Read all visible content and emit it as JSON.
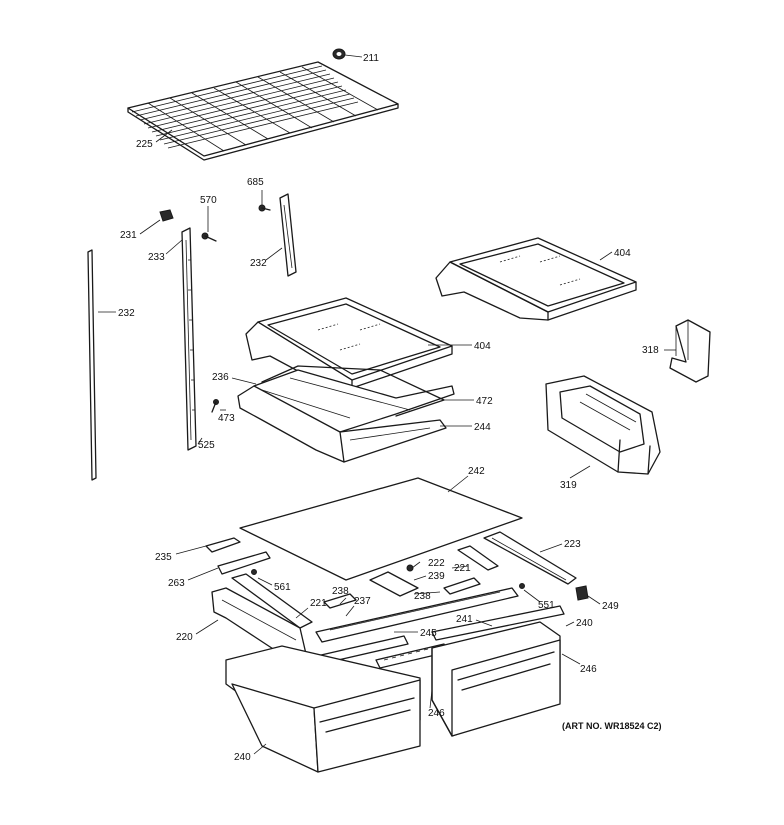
{
  "labels": {
    "l211": "211",
    "l225": "225",
    "l685": "685",
    "l570": "570",
    "l231": "231",
    "l233": "233",
    "l232a": "232",
    "l232b": "232",
    "l404a": "404",
    "l404b": "404",
    "l318": "318",
    "l236": "236",
    "l472": "472",
    "l473": "473",
    "l525": "525",
    "l244": "244",
    "l319": "319",
    "l242": "242",
    "l235": "235",
    "l263": "263",
    "l561": "561",
    "l222": "222",
    "l239": "239",
    "l221a": "221",
    "l221b": "221",
    "l223": "223",
    "l238a": "238",
    "l238b": "238",
    "l237": "237",
    "l551": "551",
    "l249": "249",
    "l220": "220",
    "l245": "245",
    "l241": "241",
    "l240a": "240",
    "l240b": "240",
    "l246a": "246",
    "l246b": "246"
  },
  "art_number": "(ART NO. WR18524 C2)"
}
